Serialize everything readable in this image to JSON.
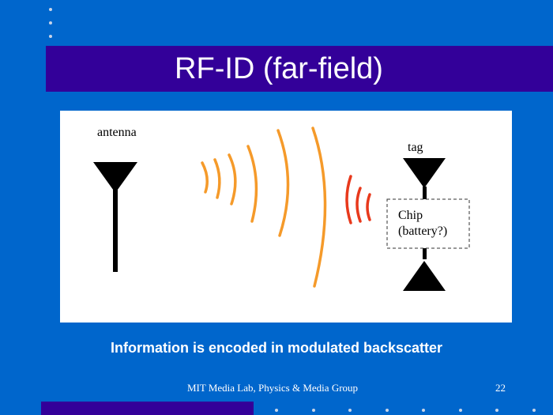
{
  "slide": {
    "title": "RF-ID (far-field)",
    "diagram": {
      "antenna_label": "antenna",
      "tag_label": "tag",
      "chip_label_line1": "Chip",
      "chip_label_line2": "(battery?)"
    },
    "caption": "Information is encoded in modulated backscatter",
    "footer": "MIT Media Lab, Physics & Media Group",
    "page_number": "22"
  },
  "colors": {
    "background": "#0066cc",
    "band": "#330099",
    "outgoing_wave": "#f59a2a",
    "backscatter_wave": "#e8391c"
  }
}
